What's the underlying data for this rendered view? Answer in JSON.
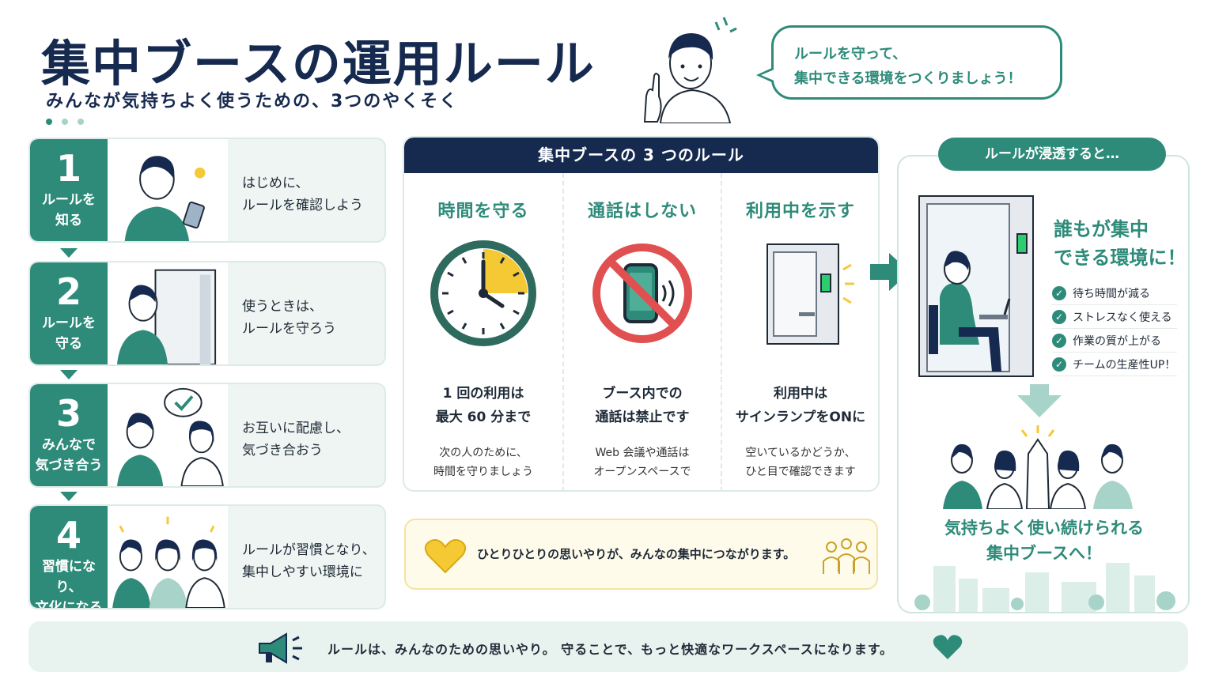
{
  "header": {
    "title": "集中ブースの運用ルール",
    "subtitle": "みんなが気持ちよく使うための、3つのやくそく"
  },
  "speech": {
    "line1": "ルールを守って、",
    "line2": "集中できる環境をつくりましょう！"
  },
  "steps": [
    {
      "num": "1",
      "title1": "ルールを",
      "title2": "知る",
      "text1": "はじめに、",
      "text2": "ルールを確認しよう"
    },
    {
      "num": "2",
      "title1": "ルールを",
      "title2": "守る",
      "text1": "使うときは、",
      "text2": "ルールを守ろう"
    },
    {
      "num": "3",
      "title1": "みんなで",
      "title2": "気づき合う",
      "text1": "お互いに配慮し、",
      "text2": "気づき合おう"
    },
    {
      "num": "4",
      "title1": "習慣になり、",
      "title2": "文化になる",
      "text1": "ルールが習慣となり、",
      "text2": "集中しやすい環境に"
    }
  ],
  "rules": {
    "header": "集中ブースの 3 つのルール",
    "items": [
      {
        "title": "時間を守る",
        "main1": "1 回の利用は",
        "main2": "最大 60 分まで",
        "sub1": "次の人のために、",
        "sub2": "時間を守りましょう"
      },
      {
        "title": "通話はしない",
        "main1": "ブース内での",
        "main2": "通話は禁止です",
        "sub1": "Web 会議や通話は",
        "sub2": "オープンスペースで"
      },
      {
        "title": "利用中を示す",
        "main1": "利用中は",
        "main2": "サインランプをONに",
        "sub1": "空いているかどうか、",
        "sub2": "ひと目で確認できます"
      }
    ]
  },
  "note": {
    "text": "ひとりひとりの思いやりが、みんなの集中につながります。"
  },
  "result": {
    "pill": "ルールが浸透すると…",
    "head1": "誰もが集中",
    "head2": "できる環境に！",
    "checks": [
      "待ち時間が減る",
      "ストレスなく使える",
      "作業の質が上がる",
      "チームの生産性UP！"
    ],
    "foot1": "気持ちよく使い続けられる",
    "foot2": "集中ブースへ！"
  },
  "footer": {
    "text": "ルールは、みんなのための思いやり。 守ることで、もっと快適なワークスペースになります。"
  },
  "colors": {
    "teal": "#2e8b7a",
    "navy": "#16294f",
    "yellow": "#f5c934",
    "red": "#e05050"
  }
}
